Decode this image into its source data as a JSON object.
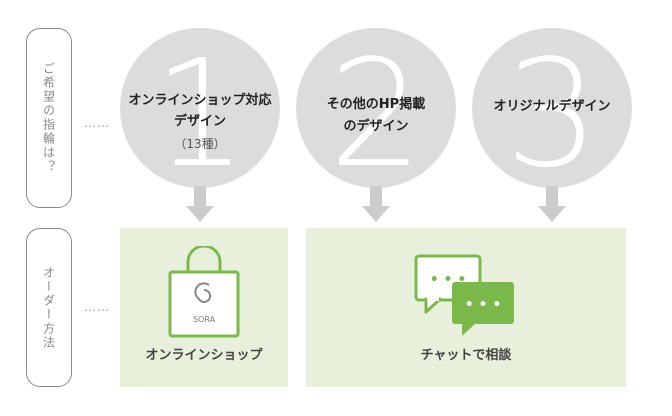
{
  "side_labels": {
    "design_question": "ご希望の指輪は？",
    "order_method": "オーダー方法"
  },
  "dots": "……",
  "options": [
    {
      "number": "1",
      "title_line1": "オンラインショップ対応",
      "title_line2": "デザイン",
      "sub": "（13種）"
    },
    {
      "number": "2",
      "title_line1": "その他のHP掲載",
      "title_line2": "のデザイン"
    },
    {
      "number": "3",
      "title_line1": "オリジナルデザイン"
    }
  ],
  "methods": {
    "online_shop": {
      "label": "オンラインショップ",
      "bag_brand": "SORA"
    },
    "chat": {
      "label": "チャットで相談",
      "bubble_dots": "• • •"
    }
  },
  "colors": {
    "circle": "#dcdcdc",
    "arrow": "#cccccc",
    "panel": "#e8f0dc",
    "accent_green": "#7ab84a"
  }
}
